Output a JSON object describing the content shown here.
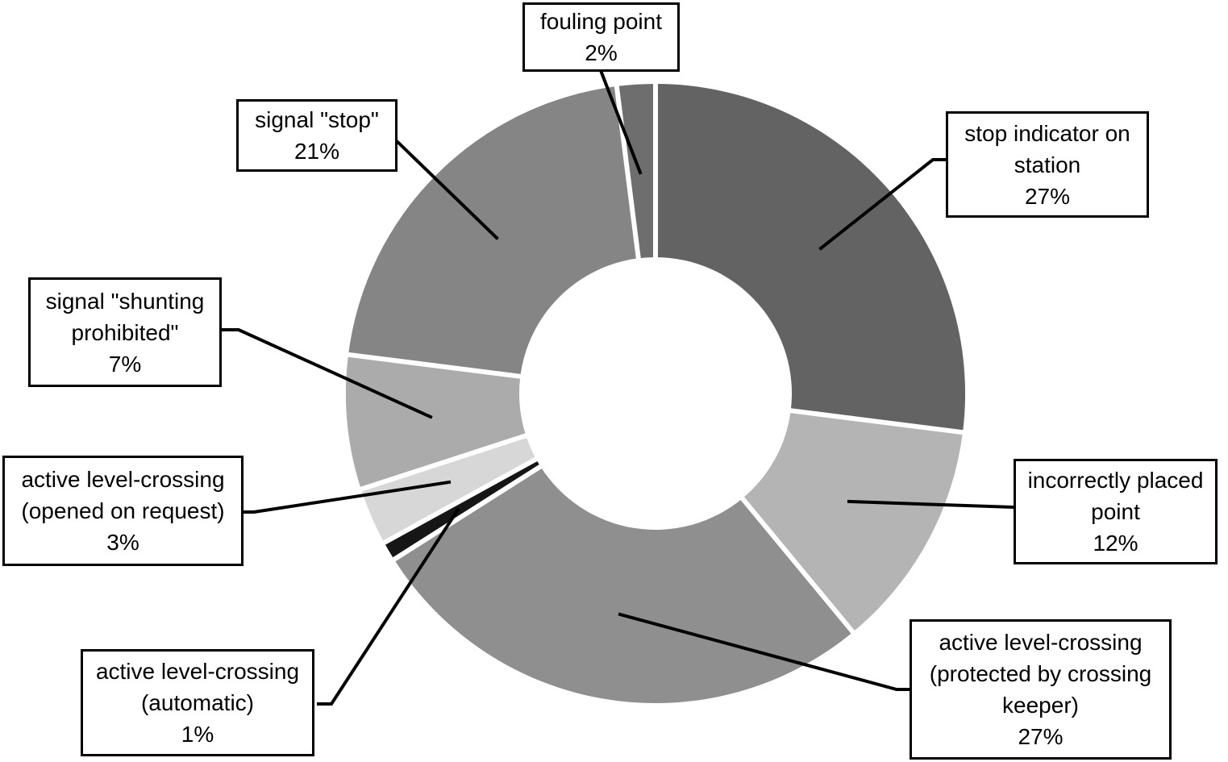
{
  "figure": {
    "background": "#ffffff",
    "text_color": "#000000",
    "leader_line_color": "#000000",
    "segment_gap_color": "#ffffff"
  },
  "chart_data": {
    "type": "pie",
    "subtype": "donut",
    "title": "",
    "unit": "%",
    "start_angle_deg": 0,
    "direction": "clockwise",
    "total": 100,
    "segments": [
      {
        "id": "stop-indicator-on-station",
        "label": "stop indicator on\nstation",
        "value": 27,
        "value_label": "27%",
        "color": "#636363"
      },
      {
        "id": "incorrectly-placed-point",
        "label": "incorrectly placed\npoint",
        "value": 12,
        "value_label": "12%",
        "color": "#b4b4b4"
      },
      {
        "id": "active-level-crossing-protected",
        "label": "active level-crossing\n(protected by crossing\nkeeper)",
        "value": 27,
        "value_label": "27%",
        "color": "#8f8f8f"
      },
      {
        "id": "active-level-crossing-automatic",
        "label": "active level-crossing\n(automatic)",
        "value": 1,
        "value_label": "1%",
        "color": "#161616"
      },
      {
        "id": "active-level-crossing-opened",
        "label": "active level-crossing\n(opened on request)",
        "value": 3,
        "value_label": "3%",
        "color": "#d7d7d7"
      },
      {
        "id": "signal-shunting-prohibited",
        "label": "signal \"shunting\nprohibited\"",
        "value": 7,
        "value_label": "7%",
        "color": "#ababab"
      },
      {
        "id": "signal-stop",
        "label": "signal \"stop\"",
        "value": 21,
        "value_label": "21%",
        "color": "#858585"
      },
      {
        "id": "fouling-point",
        "label": "fouling point",
        "value": 2,
        "value_label": "2%",
        "color": "#6e6e6e"
      }
    ]
  }
}
